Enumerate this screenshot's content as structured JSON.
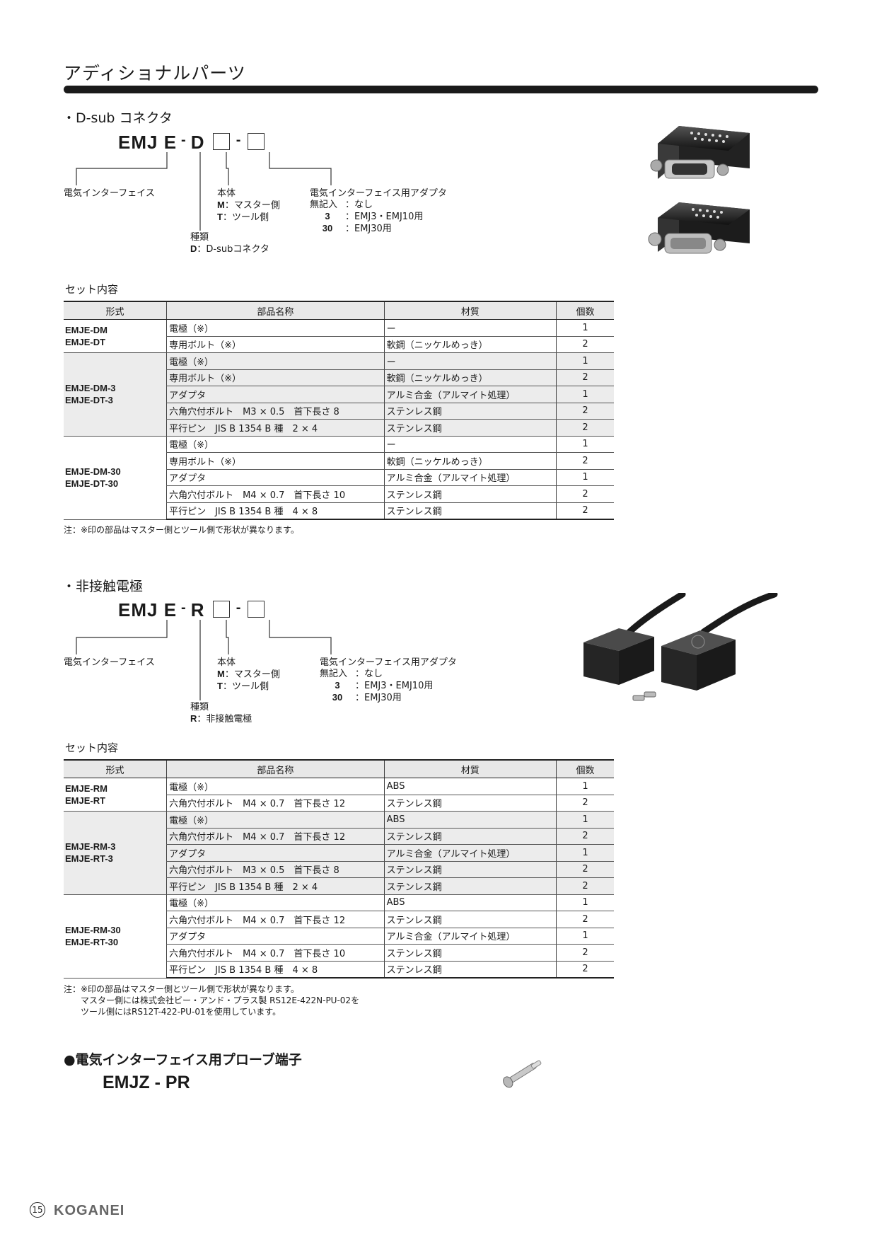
{
  "page_title": "アディショナルパーツ",
  "dsub": {
    "heading": "・D-sub コネクタ",
    "code": {
      "prefix": "EMJ",
      "e": "E",
      "dash": "-",
      "type": "D"
    },
    "labels": {
      "if_label": "電気インターフェイス",
      "body_title": "本体",
      "body_m_code": "M",
      "body_m_text": "：マスター側",
      "body_t_code": "T",
      "body_t_text": "：ツール側",
      "adapter_title": "電気インターフェイス用アダプタ",
      "adapter_none_code": "無記入",
      "adapter_none_text": "：なし",
      "adapter_3_code": "3",
      "adapter_3_text": "：EMJ3・EMJ10用",
      "adapter_30_code": "30",
      "adapter_30_text": "：EMJ30用",
      "kind_title": "種類",
      "kind_code": "D",
      "kind_text": "：D-subコネクタ"
    },
    "set_label": "セット内容",
    "headers": [
      "形式",
      "部品名称",
      "材質",
      "個数"
    ],
    "groups": [
      {
        "models": [
          "EMJE-DM",
          "EMJE-DT"
        ],
        "rows": [
          [
            "電極（※）",
            "ー",
            "1"
          ],
          [
            "専用ボルト（※）",
            "軟鋼（ニッケルめっき）",
            "2"
          ]
        ]
      },
      {
        "models": [
          "EMJE-DM-3",
          "EMJE-DT-3"
        ],
        "rows": [
          [
            "電極（※）",
            "ー",
            "1"
          ],
          [
            "専用ボルト（※）",
            "軟鋼（ニッケルめっき）",
            "2"
          ],
          [
            "アダプタ",
            "アルミ合金（アルマイト処理）",
            "1"
          ],
          [
            "六角穴付ボルト　M3 × 0.5　首下長さ 8",
            "ステンレス鋼",
            "2"
          ],
          [
            "平行ピン　JIS B 1354 B 種　2 × 4",
            "ステンレス鋼",
            "2"
          ]
        ]
      },
      {
        "models": [
          "EMJE-DM-30",
          "EMJE-DT-30"
        ],
        "rows": [
          [
            "電極（※）",
            "ー",
            "1"
          ],
          [
            "専用ボルト（※）",
            "軟鋼（ニッケルめっき）",
            "2"
          ],
          [
            "アダプタ",
            "アルミ合金（アルマイト処理）",
            "1"
          ],
          [
            "六角穴付ボルト　M4 × 0.7　首下長さ 10",
            "ステンレス鋼",
            "2"
          ],
          [
            "平行ピン　JIS B 1354 B 種　4 × 8",
            "ステンレス鋼",
            "2"
          ]
        ]
      }
    ],
    "notes": [
      "注：※印の部品はマスター側とツール側で形状が異なります。"
    ]
  },
  "contactless": {
    "heading": "・非接触電極",
    "code": {
      "prefix": "EMJ",
      "e": "E",
      "dash": "-",
      "type": "R"
    },
    "labels": {
      "if_label": "電気インターフェイス",
      "body_title": "本体",
      "body_m_code": "M",
      "body_m_text": "：マスター側",
      "body_t_code": "T",
      "body_t_text": "：ツール側",
      "adapter_title": "電気インターフェイス用アダプタ",
      "adapter_none_code": "無記入",
      "adapter_none_text": "：なし",
      "adapter_3_code": "3",
      "adapter_3_text": "：EMJ3・EMJ10用",
      "adapter_30_code": "30",
      "adapter_30_text": "：EMJ30用",
      "kind_title": "種類",
      "kind_code": "R",
      "kind_text": "：非接触電極"
    },
    "set_label": "セット内容",
    "headers": [
      "形式",
      "部品名称",
      "材質",
      "個数"
    ],
    "groups": [
      {
        "models": [
          "EMJE-RM",
          "EMJE-RT"
        ],
        "rows": [
          [
            "電極（※）",
            "ABS",
            "1"
          ],
          [
            "六角穴付ボルト　M4 × 0.7　首下長さ 12",
            "ステンレス鋼",
            "2"
          ]
        ]
      },
      {
        "models": [
          "EMJE-RM-3",
          "EMJE-RT-3"
        ],
        "rows": [
          [
            "電極（※）",
            "ABS",
            "1"
          ],
          [
            "六角穴付ボルト　M4 × 0.7　首下長さ 12",
            "ステンレス鋼",
            "2"
          ],
          [
            "アダプタ",
            "アルミ合金（アルマイト処理）",
            "1"
          ],
          [
            "六角穴付ボルト　M3 × 0.5　首下長さ 8",
            "ステンレス鋼",
            "2"
          ],
          [
            "平行ピン　JIS B 1354 B 種　2 × 4",
            "ステンレス鋼",
            "2"
          ]
        ]
      },
      {
        "models": [
          "EMJE-RM-30",
          "EMJE-RT-30"
        ],
        "rows": [
          [
            "電極（※）",
            "ABS",
            "1"
          ],
          [
            "六角穴付ボルト　M4 × 0.7　首下長さ 12",
            "ステンレス鋼",
            "2"
          ],
          [
            "アダプタ",
            "アルミ合金（アルマイト処理）",
            "1"
          ],
          [
            "六角穴付ボルト　M4 × 0.7　首下長さ 10",
            "ステンレス鋼",
            "2"
          ],
          [
            "平行ピン　JIS B 1354 B 種　4 × 8",
            "ステンレス鋼",
            "2"
          ]
        ]
      }
    ],
    "notes": [
      "注：※印の部品はマスター側とツール側で形状が異なります。",
      "　　マスター側には株式会社ビー・アンド・プラス製 RS12E-422N-PU-02を",
      "　　ツール側にはRS12T-422-PU-01を使用しています。"
    ]
  },
  "probe": {
    "heading": "●電気インターフェイス用プローブ端子",
    "code": "EMJZ - PR"
  },
  "footer": {
    "page_number": "15",
    "brand": "KOGANEI"
  }
}
